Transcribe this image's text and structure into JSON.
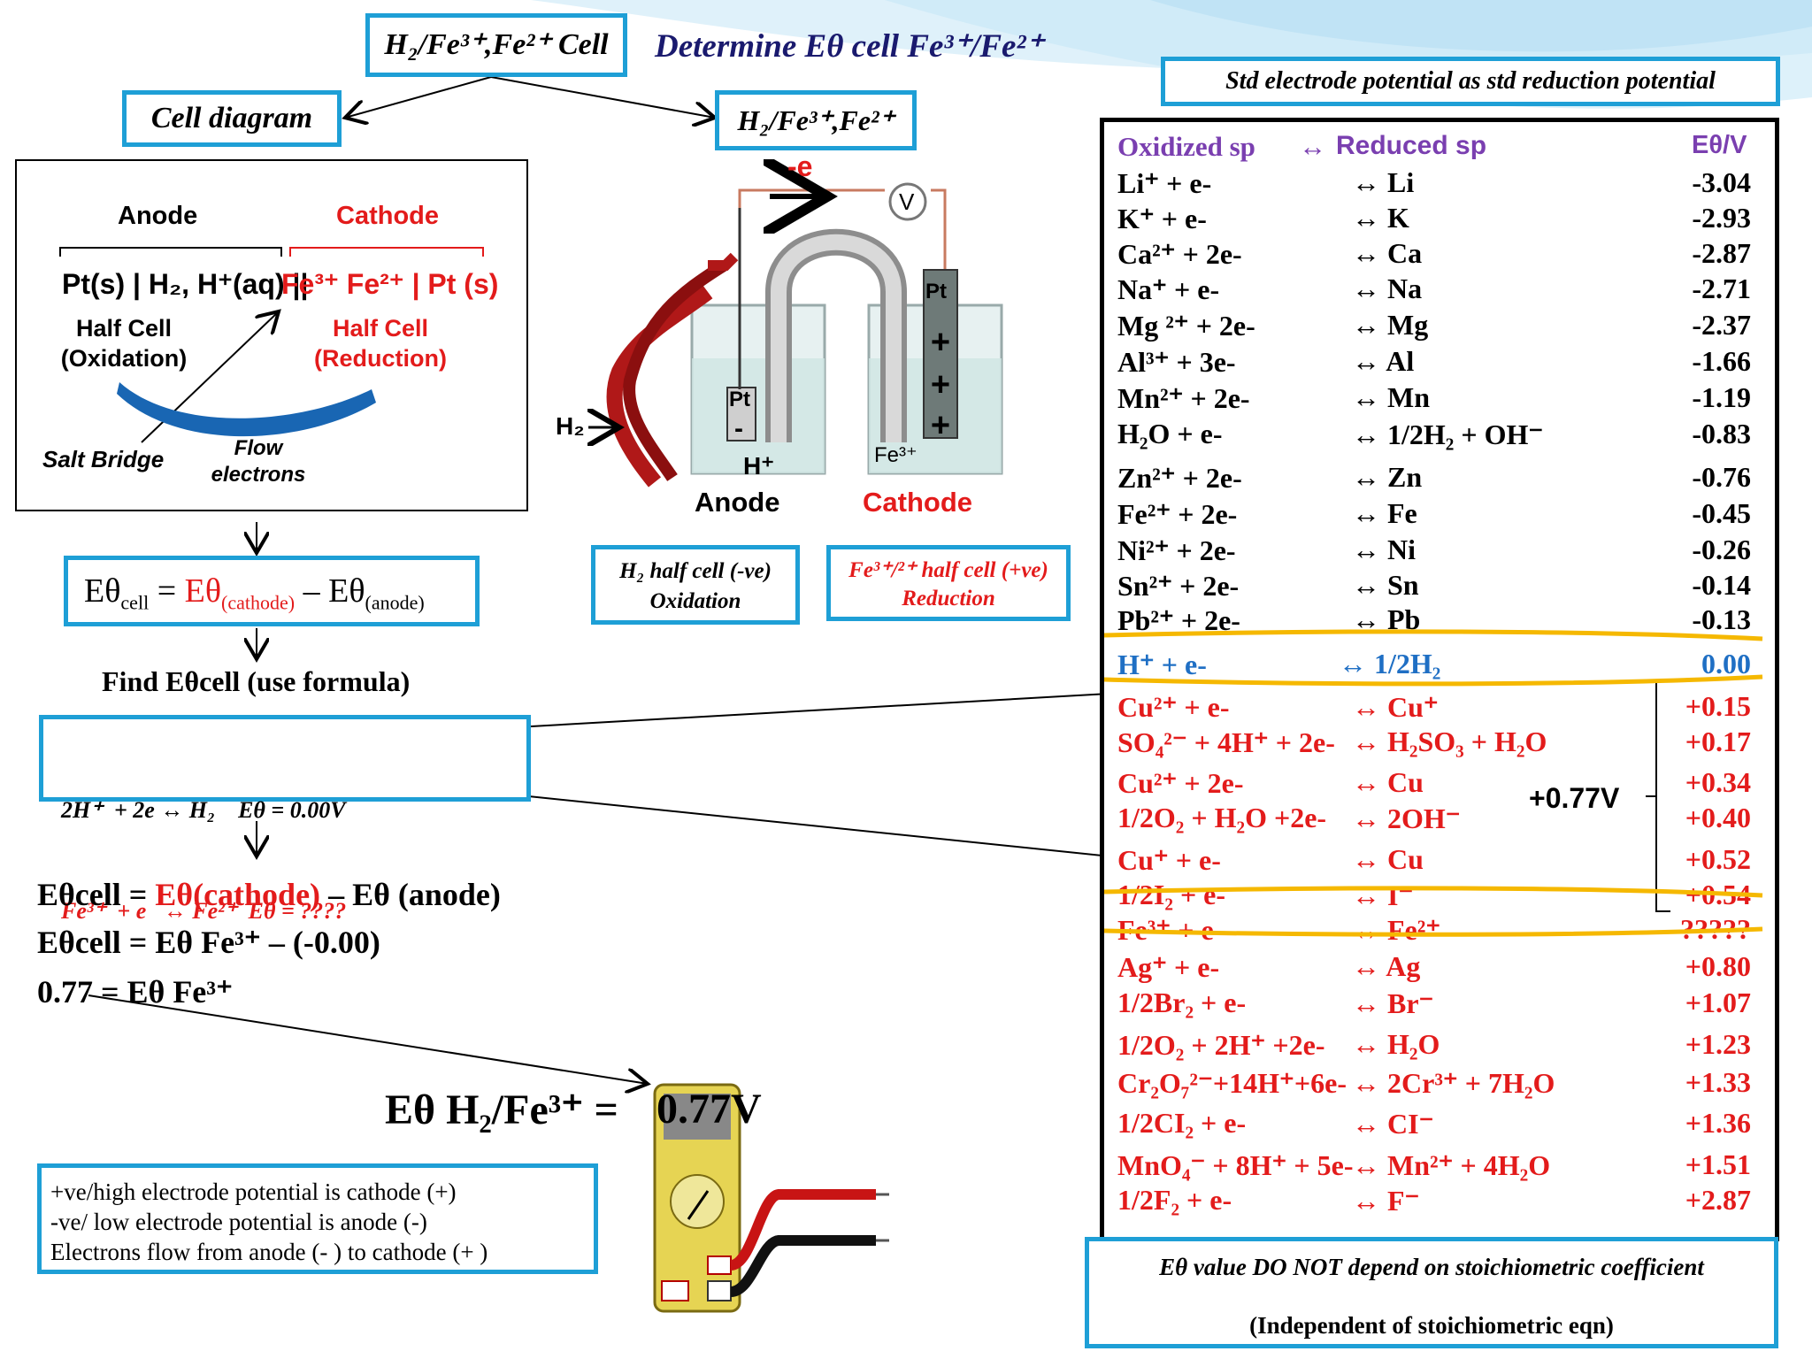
{
  "header": {
    "cell_title": "H₂/Fe³⁺,Fe²⁺ Cell",
    "main_title": "Determine Eθ cell Fe³⁺/Fe²⁺",
    "cell_diagram_label": "Cell diagram",
    "cell_label_right": "H₂/Fe³⁺,Fe²⁺",
    "std_label": "Std electrode potential as std reduction potential"
  },
  "diagram": {
    "anode": "Anode",
    "cathode": "Cathode",
    "notation_left": "Pt(s) | H₂, H⁺(aq) ||",
    "notation_right": "Fe³⁺  Fe²⁺ | Pt (s)",
    "half_cell_ox": "Half Cell",
    "oxidation": "(Oxidation)",
    "half_cell_red": "Half Cell",
    "reduction": "(Reduction)",
    "salt_bridge": "Salt Bridge",
    "flow": "Flow",
    "electrons": "electrons"
  },
  "apparatus": {
    "minus_e": "-e",
    "voltmeter": "V",
    "pt_left": "Pt",
    "pt_right": "Pt",
    "h2": "H₂",
    "h_plus": "H⁺",
    "fe3": "Fe³⁺",
    "anode": "Anode",
    "cathode": "Cathode",
    "plus": "+",
    "minus": "-"
  },
  "half_boxes": {
    "h2_line1": "H₂ half cell (-ve)",
    "h2_line2": "Oxidation",
    "fe_line1": "Fe³⁺/²⁺ half cell (+ve)",
    "fe_line2": "Reduction"
  },
  "formula": {
    "e": "Eθ",
    "cell": "cell",
    "eq": " = ",
    "e_cathode": "Eθ",
    "cathode_sub": "(cathode)",
    "minus": " – Eθ",
    "anode_sub": "(anode)",
    "find": "Find Eθcell (use formula)"
  },
  "reactions": {
    "r1": "2H⁺  + 2e ↔ H₂    Eθ = 0.00V",
    "r2": "Fe³⁺  + e   ↔ Fe²⁺  Eθ = ????"
  },
  "calc": {
    "l1a": "Eθcell = ",
    "l1b": "Eθ(cathode)",
    "l1c": " – Eθ (anode)",
    "l2": "Eθcell = Eθ Fe³⁺ – (-0.00)",
    "l3": "0.77  = Eθ Fe³⁺"
  },
  "result": {
    "label": "Eθ H₂/Fe³⁺ = ",
    "value": "0.77V"
  },
  "notes": [
    "+ve/high electrode potential is cathode (+)",
    "-ve/ low electrode potential is anode (-)",
    "Electrons flow from anode (- ) to cathode (+ )"
  ],
  "table": {
    "h_ox": "Oxidized sp",
    "h_arrow": "↔",
    "h_red": "Reduced sp",
    "h_e": "Eθ/V",
    "rows": [
      {
        "ox": "Li⁺   +  e-",
        "red": "↔  Li",
        "e": "-3.04",
        "c": "black"
      },
      {
        "ox": "K⁺    +  e-",
        "red": "↔  K",
        "e": "-2.93",
        "c": "black"
      },
      {
        "ox": "Ca²⁺  + 2e-",
        "red": "↔  Ca",
        "e": "-2.87",
        "c": "black"
      },
      {
        "ox": "Na⁺   +  e-",
        "red": "↔  Na",
        "e": "-2.71",
        "c": "black"
      },
      {
        "ox": "Mg ²⁺ + 2e-",
        "red": "↔  Mg",
        "e": "-2.37",
        "c": "black"
      },
      {
        "ox": "Al³⁺   + 3e-",
        "red": "↔  Al",
        "e": "-1.66",
        "c": "black"
      },
      {
        "ox": "Mn²⁺ + 2e-",
        "red": "↔  Mn",
        "e": "-1.19",
        "c": "black"
      },
      {
        "ox": "H₂O  +  e-",
        "red": "↔ 1/2H₂ + OH⁻",
        "e": "-0.83",
        "c": "black"
      },
      {
        "ox": "Zn²⁺  +  2e-",
        "red": "↔  Zn",
        "e": "-0.76",
        "c": "black"
      },
      {
        "ox": "Fe²⁺  +  2e-",
        "red": "↔  Fe",
        "e": "-0.45",
        "c": "black"
      },
      {
        "ox": "Ni²⁺  +  2e-",
        "red": "↔  Ni",
        "e": "-0.26",
        "c": "black"
      },
      {
        "ox": "Sn²⁺  +  2e-",
        "red": "↔ Sn",
        "e": "-0.14",
        "c": "black"
      },
      {
        "ox": "Pb²⁺  + 2e-",
        "red": "↔ Pb",
        "e": "-0.13",
        "c": "black"
      },
      {
        "ox": "H⁺     +  e-",
        "red": "↔ 1/2H₂",
        "e": "0.00",
        "c": "blue"
      },
      {
        "ox": "Cu²⁺  +  e-",
        "red": "↔ Cu⁺",
        "e": "+0.15",
        "c": "red"
      },
      {
        "ox": "SO₄²⁻ + 4H⁺ + 2e-",
        "red": "↔ H₂SO₃ + H₂O",
        "e": "+0.17",
        "c": "red"
      },
      {
        "ox": "Cu²⁺  + 2e-",
        "red": "↔  Cu",
        "e": "+0.34",
        "c": "red"
      },
      {
        "ox": "1/2O₂  + H₂O +2e-",
        "red": "↔  2OH⁻",
        "e": "+0.40",
        "c": "red"
      },
      {
        "ox": "Cu⁺    +  e-",
        "red": "↔  Cu",
        "e": "+0.52",
        "c": "red"
      },
      {
        "ox": "1/2I₂    +  e-",
        "red": "↔  I⁻",
        "e": "+0.54",
        "c": "red"
      },
      {
        "ox": "Fe³⁺    +  e-",
        "red": "↔  Fe²⁺",
        "e": "?????",
        "c": "red"
      },
      {
        "ox": "Ag⁺    +  e-",
        "red": "↔  Ag",
        "e": "+0.80",
        "c": "red"
      },
      {
        "ox": "1/2Br₂  + e-",
        "red": "↔  Br⁻",
        "e": "+1.07",
        "c": "red"
      },
      {
        "ox": "1/2O₂  + 2H⁺  +2e-",
        "red": "↔  H₂O",
        "e": "+1.23",
        "c": "red"
      },
      {
        "ox": "Cr₂O₇²⁻+14H⁺+6e-",
        "red": "↔  2Cr³⁺ + 7H₂O",
        "e": "+1.33",
        "c": "red"
      },
      {
        "ox": "1/2CI₂   +  e-",
        "red": "↔  CI⁻",
        "e": "+1.36",
        "c": "red"
      },
      {
        "ox": "MnO₄⁻ + 8H⁺ + 5e-",
        "red": "↔ Mn²⁺ + 4H₂O",
        "e": "+1.51",
        "c": "red"
      },
      {
        "ox": "1/2F₂    +  e-",
        "red": "↔  F⁻",
        "e": "+2.87",
        "c": "red"
      }
    ],
    "bracket_label": "+0.77V"
  },
  "footer": {
    "line1": "Eθ value DO NOT depend on stoichiometric coefficient",
    "line2": "(Independent of stoichiometric eqn)"
  },
  "colors": {
    "accent": "#1e9fd6",
    "red": "#e31b1b",
    "blue": "#1f6fc4",
    "highlight": "#f5b800"
  }
}
